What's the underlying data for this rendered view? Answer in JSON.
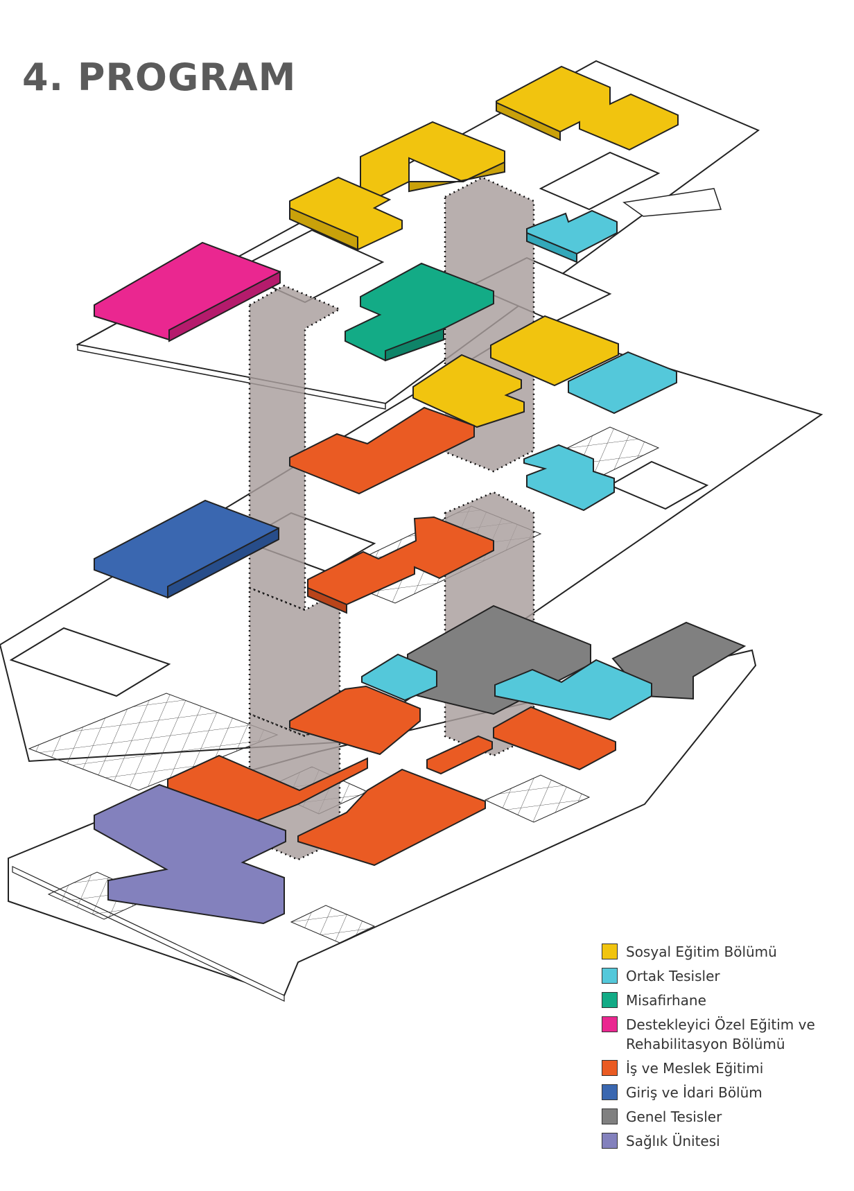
{
  "title": "4. PROGRAM",
  "colors": {
    "sosyal": "#f1c40f",
    "ortak": "#54c8da",
    "misafirhane": "#13ab86",
    "destekleyici": "#ea2790",
    "is_meslek": "#ea5b23",
    "giris_idari": "#3a67b0",
    "genel": "#808080",
    "saglik": "#8381bd",
    "core": "#a89e9c"
  },
  "legend": [
    {
      "label": "Sosyal Eğitim Bölümü",
      "color": "#f1c40f"
    },
    {
      "label": "Ortak Tesisler",
      "color": "#54c8da"
    },
    {
      "label": "Misafirhane",
      "color": "#13ab86"
    },
    {
      "label": "Destekleyici Özel Eğitim ve Rehabilitasyon Bölümü",
      "color": "#ea2790"
    },
    {
      "label": "İş ve Meslek Eğitimi",
      "color": "#ea5b23"
    },
    {
      "label": "Giriş ve İdari Bölüm",
      "color": "#3a67b0"
    },
    {
      "label": "Genel Tesisler",
      "color": "#808080"
    },
    {
      "label": "Sağlık Ünitesi",
      "color": "#8381bd"
    }
  ]
}
